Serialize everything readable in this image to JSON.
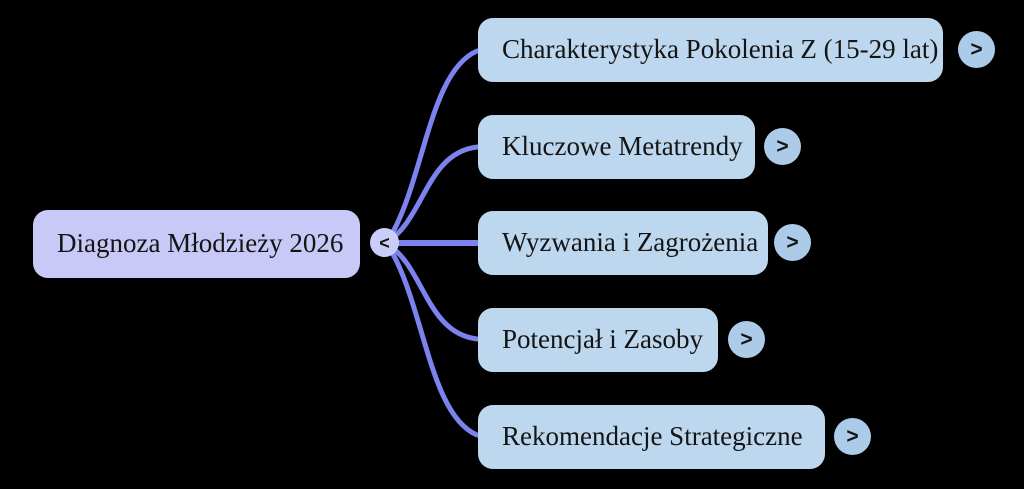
{
  "colors": {
    "background": "#000000",
    "root_fill": "#c9c9f8",
    "child_fill": "#bdd7ee",
    "button_fill": "#abcbe9",
    "root_button_fill": "#c9cdf7",
    "edge": "#7c82ee",
    "text": "#141414"
  },
  "root": {
    "label": "Diagnoza Młodzieży 2026"
  },
  "children": [
    {
      "label": "Charakterystyka Pokolenia Z (15-29 lat)"
    },
    {
      "label": "Kluczowe Metatrendy"
    },
    {
      "label": "Wyzwania i Zagrożenia"
    },
    {
      "label": "Potencjał i Zasoby"
    },
    {
      "label": "Rekomendacje Strategiczne"
    }
  ],
  "ui": {
    "collapse_glyph": "<",
    "expand_glyph": ">"
  }
}
